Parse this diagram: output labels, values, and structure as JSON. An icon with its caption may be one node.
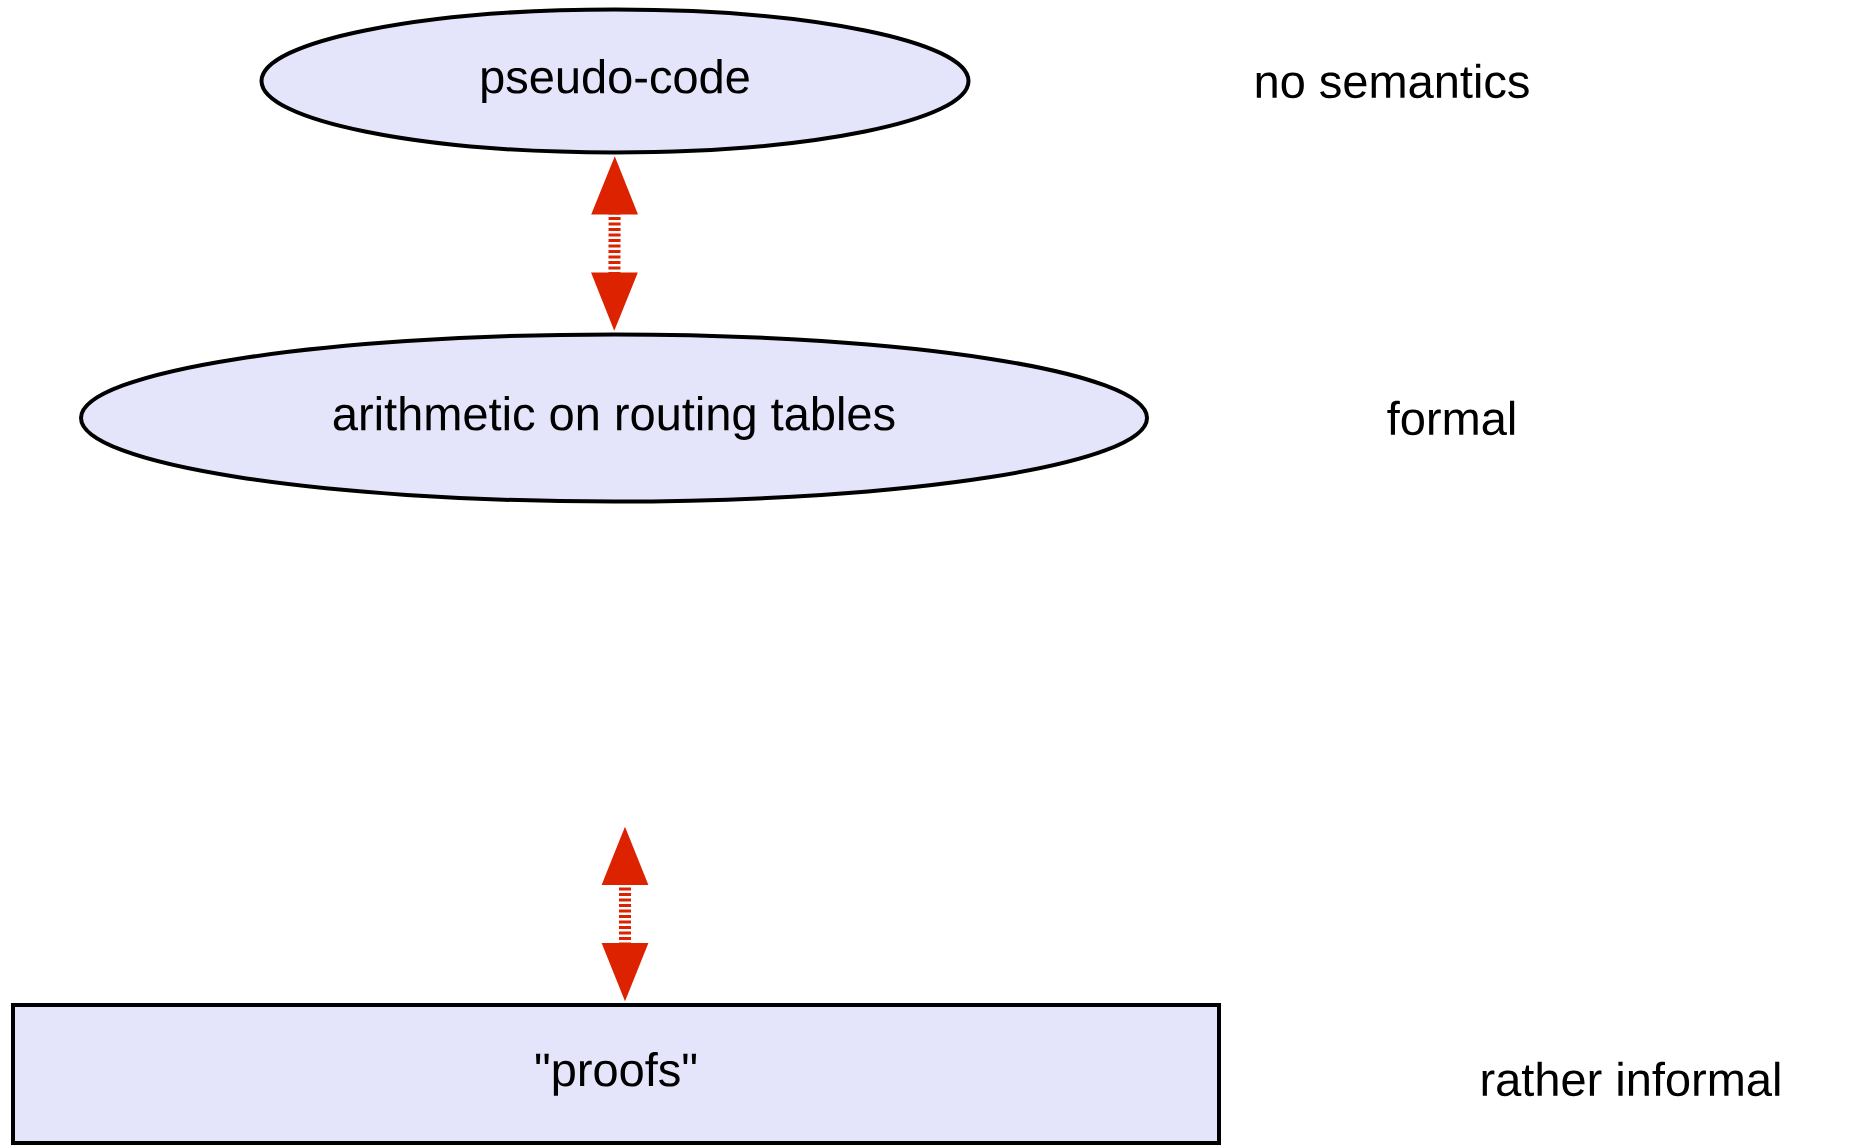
{
  "diagram": {
    "nodes": [
      {
        "text": [
          "pseudo-code"
        ]
      },
      {
        "text": [
          "arithmetic on routing tables"
        ]
      },
      {
        "text": [
          "\"proofs\""
        ]
      }
    ],
    "edges": [
      {
        "from": 0,
        "to": 1,
        "arrow": "both",
        "style": "dashed",
        "color": "#dd2200"
      },
      {
        "from": null,
        "to": 2,
        "arrow": "both",
        "style": "dashed",
        "color": "#dd2200"
      }
    ],
    "labels": [
      "no semantics",
      "formal",
      "rather informal"
    ]
  }
}
